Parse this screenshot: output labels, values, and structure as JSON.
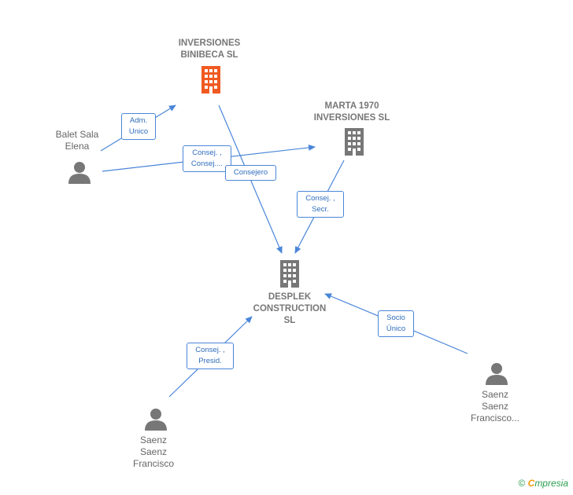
{
  "nodes": {
    "inversiones_binibeca": {
      "line1": "INVERSIONES",
      "line2": "BINIBECA  SL"
    },
    "marta_1970": {
      "line1": "MARTA 1970",
      "line2": "INVERSIONES SL"
    },
    "desplek": {
      "line1": "DESPLEK",
      "line2": "CONSTRUCTION",
      "line3": "SL"
    },
    "balet_sala": {
      "line1": "Balet Sala",
      "line2": "Elena"
    },
    "saenz_francisco_a": {
      "line1": "Saenz",
      "line2": "Saenz",
      "line3": "Francisco"
    },
    "saenz_francisco_b": {
      "line1": "Saenz",
      "line2": "Saenz",
      "line3": "Francisco..."
    }
  },
  "edges": {
    "adm_unico": {
      "line1": "Adm.",
      "line2": "Unico"
    },
    "consej_consej": {
      "line1": "Consej. ,",
      "line2": "Consej...."
    },
    "consejero": {
      "line1": "Consejero"
    },
    "consej_secr": {
      "line1": "Consej. ,",
      "line2": "Secr."
    },
    "consej_presid": {
      "line1": "Consej. ,",
      "line2": "Presid."
    },
    "socio_unico": {
      "line1": "Socio",
      "line2": "Único"
    }
  },
  "brand": {
    "copyright": "©",
    "e": "C",
    "rest": "mpresia"
  },
  "colors": {
    "main_company": "#f05a22",
    "company": "#777777",
    "person": "#777777",
    "edge": "#4a86d8"
  }
}
